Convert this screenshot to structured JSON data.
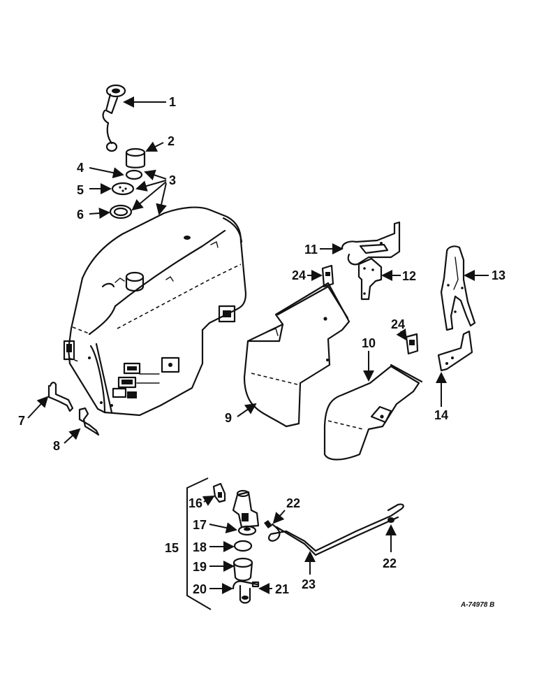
{
  "diagram": {
    "reference_code": "A-74978 B",
    "callouts": [
      {
        "id": "1",
        "label": "1"
      },
      {
        "id": "2",
        "label": "2"
      },
      {
        "id": "3",
        "label": "3"
      },
      {
        "id": "4",
        "label": "4"
      },
      {
        "id": "5",
        "label": "5"
      },
      {
        "id": "6",
        "label": "6"
      },
      {
        "id": "7",
        "label": "7"
      },
      {
        "id": "8",
        "label": "8"
      },
      {
        "id": "9",
        "label": "9"
      },
      {
        "id": "10",
        "label": "10"
      },
      {
        "id": "11",
        "label": "11"
      },
      {
        "id": "12",
        "label": "12"
      },
      {
        "id": "13",
        "label": "13"
      },
      {
        "id": "14",
        "label": "14"
      },
      {
        "id": "15",
        "label": "15"
      },
      {
        "id": "16",
        "label": "16"
      },
      {
        "id": "17",
        "label": "17"
      },
      {
        "id": "18",
        "label": "18"
      },
      {
        "id": "19",
        "label": "19"
      },
      {
        "id": "20",
        "label": "20"
      },
      {
        "id": "21",
        "label": "21"
      },
      {
        "id": "22a",
        "label": "22"
      },
      {
        "id": "22b",
        "label": "22"
      },
      {
        "id": "23",
        "label": "23"
      },
      {
        "id": "24a",
        "label": "24"
      },
      {
        "id": "24b",
        "label": "24"
      }
    ]
  }
}
